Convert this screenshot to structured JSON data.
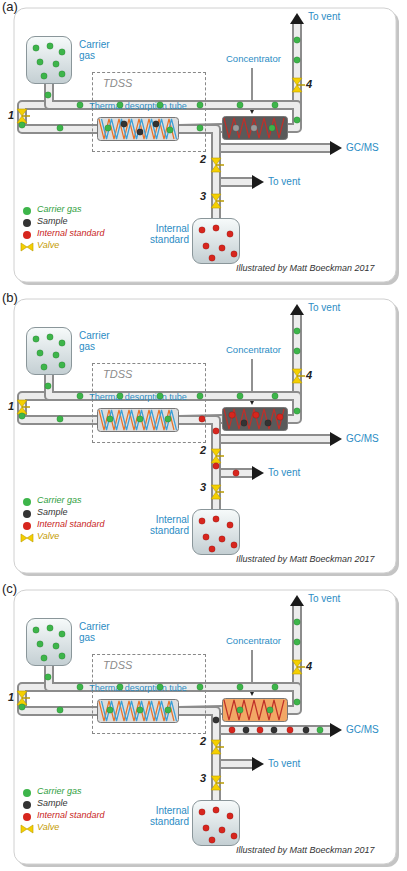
{
  "diagram": {
    "nodes": [
      {
        "text": [
          "Carrier gas"
        ]
      },
      {
        "text": [
          "TDSS"
        ]
      },
      {
        "text": [
          "Thermal desorption tube"
        ],
        "in": 1
      },
      {
        "text": [
          "Concentrator"
        ]
      },
      {
        "text": [
          "Internal standard"
        ]
      },
      {
        "text": [
          "Carrier gas"
        ]
      },
      {
        "text": [
          "TDSS"
        ]
      },
      {
        "text": [
          "Thermal desorption tube"
        ],
        "in": 6
      },
      {
        "text": [
          "Concentrator"
        ]
      },
      {
        "text": [
          "Internal standard"
        ]
      },
      {
        "text": [
          "Carrier gas"
        ]
      },
      {
        "text": [
          "TDSS"
        ]
      },
      {
        "text": [
          "Thermal desorption tube"
        ],
        "in": 11
      },
      {
        "text": [
          "Concentrator"
        ]
      },
      {
        "text": [
          "Internal standard"
        ]
      }
    ],
    "edges": [
      {
        "from": 0,
        "to": 2,
        "arrow": "none"
      },
      {
        "from": 0,
        "to": 3,
        "arrow": "none"
      },
      {
        "from": 2,
        "to": 3,
        "arrow": "none"
      },
      {
        "from": 4,
        "to": 2,
        "arrow": "none"
      },
      {
        "from": 5,
        "to": 7,
        "arrow": "none"
      },
      {
        "from": 5,
        "to": 8,
        "arrow": "none"
      },
      {
        "from": 7,
        "to": 8,
        "arrow": "none"
      },
      {
        "from": 9,
        "to": 7,
        "arrow": "none"
      },
      {
        "from": 10,
        "to": 12,
        "arrow": "none"
      },
      {
        "from": 10,
        "to": 13,
        "arrow": "none"
      },
      {
        "from": 12,
        "to": 13,
        "arrow": "none"
      },
      {
        "from": 14,
        "to": 12,
        "arrow": "none"
      }
    ],
    "labels": [
      "(a)",
      "1",
      "2",
      "3",
      "4",
      "To vent",
      "GC/MS",
      "To vent",
      "Illustrated by Matt Boeckman 2017",
      "(b)",
      "1",
      "2",
      "3",
      "4",
      "To vent",
      "GC/MS",
      "To vent",
      "Illustrated by Matt Boeckman 2017",
      "(c)",
      "1",
      "2",
      "3",
      "4",
      "To vent",
      "GC/MS",
      "To vent",
      "Illustrated by Matt Boeckman 2017"
    ],
    "legend": [
      {
        "text": "Carrier gas",
        "color": "#3db54a"
      },
      {
        "text": "Sample",
        "color": "#333333"
      },
      {
        "text": "Internal standard",
        "color": "#d7261e"
      },
      {
        "text": "Valve"
      },
      {
        "text": "Carrier gas",
        "color": "#3db54a"
      },
      {
        "text": "Sample",
        "color": "#333333"
      },
      {
        "text": "Internal standard",
        "color": "#d7261e"
      },
      {
        "text": "Valve"
      },
      {
        "text": "Carrier gas",
        "color": "#3db54a"
      },
      {
        "text": "Sample",
        "color": "#333333"
      },
      {
        "text": "Internal standard",
        "color": "#d7261e"
      },
      {
        "text": "Valve"
      }
    ]
  }
}
